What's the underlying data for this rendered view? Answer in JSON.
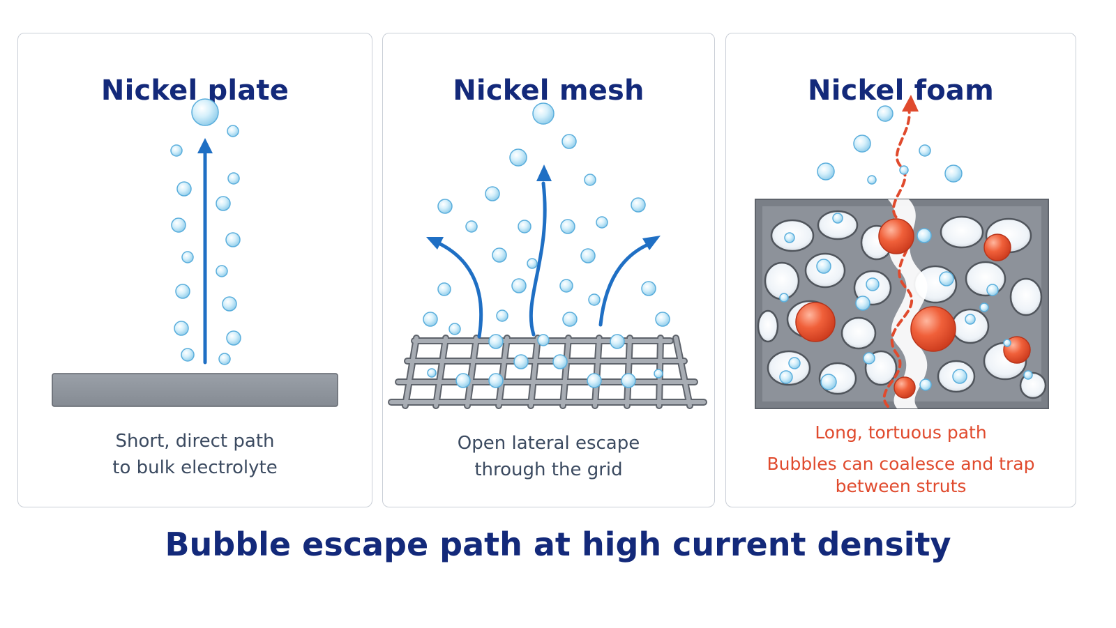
{
  "title": "Bubble escape path at high current density",
  "colors": {
    "title": "#13297a",
    "caption": "#3b4a60",
    "warning": "#e04a2d",
    "bubble": "#bfe6f8",
    "arrow": "#1f6fc4",
    "metal": "#8c9199",
    "trapped_bubble": "#ef5a35"
  },
  "panels": {
    "plate": {
      "title": "Nickel plate",
      "caption_line1": "Short, direct path",
      "caption_line2": "to bulk electrolyte"
    },
    "mesh": {
      "title": "Nickel mesh",
      "caption_line1": "Open lateral escape",
      "caption_line2": "through the grid"
    },
    "foam": {
      "title": "Nickel foam",
      "caption_line1": "Long, tortuous path",
      "caption_line2": "Bubbles can coalesce and trap",
      "caption_line3": "between struts"
    }
  }
}
